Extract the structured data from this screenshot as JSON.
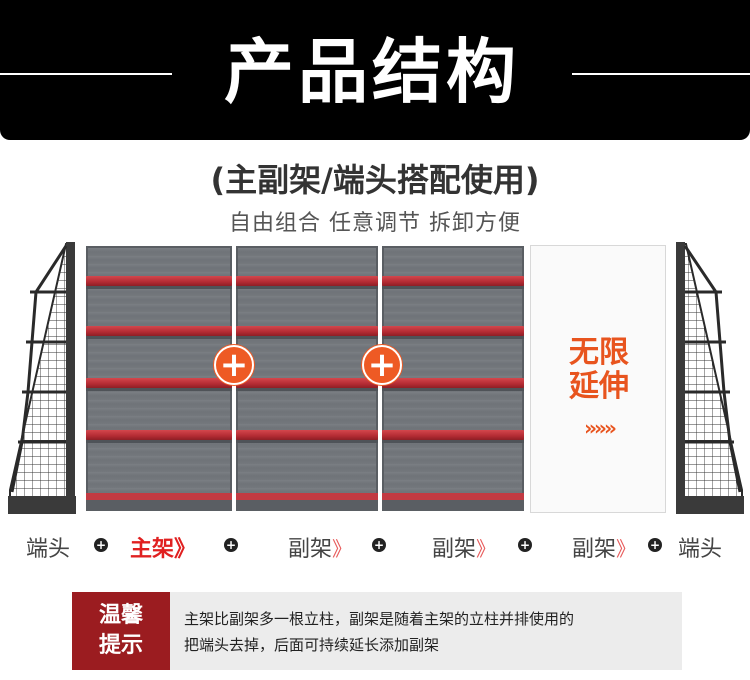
{
  "banner": {
    "title": "产品结构"
  },
  "subtitle": "(主副架/端头搭配使用)",
  "tagline": "自由组合 任意调节 拆卸方便",
  "extend": {
    "text_line1": "无限",
    "text_line2": "延伸",
    "arrows": "»»»"
  },
  "plus_symbol": "+",
  "labels": {
    "end_left": "端头",
    "main": "主架》",
    "sub1": "副架",
    "sub2": "副架",
    "sub3": "副架",
    "chevron": "》",
    "end_right": "端头",
    "dot": "+"
  },
  "tip": {
    "badge_line1": "温馨",
    "badge_line2": "提示",
    "line1": "主架比副架多一根立柱，副架是随着主架的立柱并排使用的",
    "line2": "把端头去掉，后面可持续延长添加副架"
  },
  "colors": {
    "accent_orange": "#ee5a24",
    "shelf_red": "#c23a42",
    "badge_red": "#9b1c20",
    "rack_gray": "#6d7176"
  },
  "icons": [
    "plus-icon",
    "chevron-right-icon"
  ]
}
